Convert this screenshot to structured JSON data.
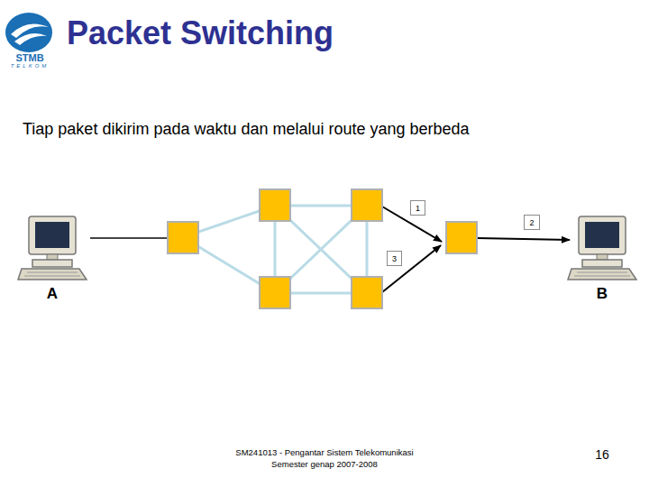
{
  "diagram": {
    "title": "Packet Switching",
    "nodes": [
      {
        "text": [
          "A"
        ]
      },
      {
        "text": [
          "1"
        ]
      },
      {
        "text": [
          "2"
        ]
      },
      {
        "text": [
          "3"
        ]
      },
      {
        "text": [
          "B"
        ]
      }
    ],
    "labels": [
      "STMB",
      "TELKOM",
      "Tiap paket dikirim pada waktu dan melalui route yang berbeda",
      "SM241013 - Pengantar Sistem Telekomunikasi",
      "Semester genap 2007-2008",
      "16"
    ]
  }
}
